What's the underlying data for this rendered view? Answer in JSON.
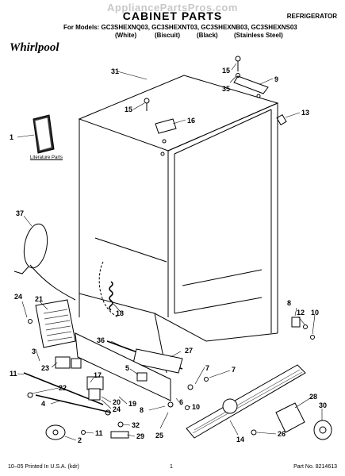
{
  "header": {
    "watermark": "AppliancePartsPros.com",
    "title": "CABINET PARTS",
    "category": "REFRIGERATOR",
    "models_line": "For Models: GC3SHEXNQ03, GC3SHEXNT03, GC3SHEXNB03, GC3SHEXNS03",
    "colors": [
      "(White)",
      "(Biscuit)",
      "(Black)",
      "(Stainless Steel)"
    ],
    "brand": "Whirlpool"
  },
  "literature_label": "Literature Parts",
  "footer": {
    "left": "10–05 Printed In U.S.A. (kdr)",
    "page": "1",
    "part_no": "Part No. 8214613"
  },
  "callouts": [
    "31",
    "15",
    "35",
    "9",
    "15",
    "16",
    "13",
    "1",
    "37",
    "18",
    "24",
    "21",
    "8",
    "12",
    "10",
    "36",
    "27",
    "3",
    "5",
    "7",
    "7",
    "11",
    "23",
    "17",
    "22",
    "4",
    "20",
    "24",
    "19",
    "8",
    "6",
    "10",
    "25",
    "28",
    "30",
    "32",
    "29",
    "11",
    "2",
    "14",
    "26"
  ]
}
